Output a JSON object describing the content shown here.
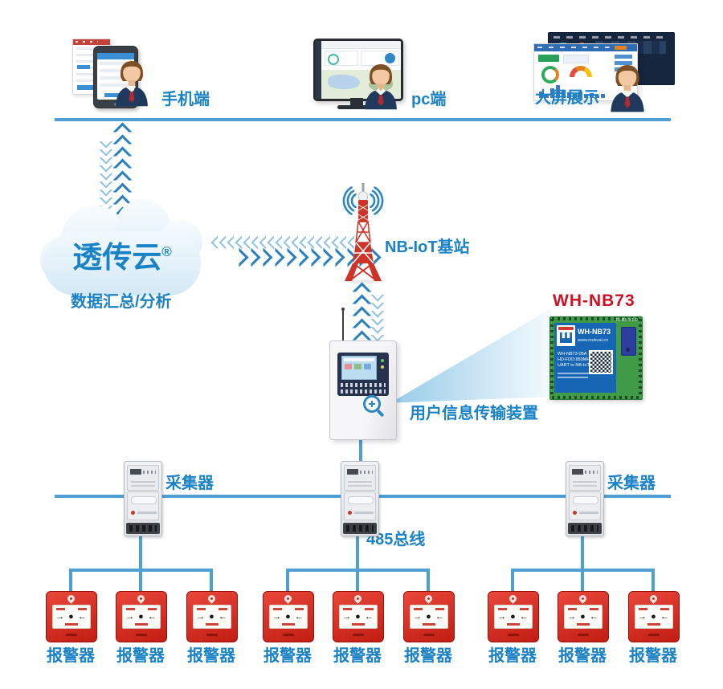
{
  "labels": {
    "mobile": "手机端",
    "pc": "pc端",
    "bigscreen": "大屏展示",
    "cloud_title": "透传云",
    "cloud_reg": "®",
    "cloud_subtitle": "数据汇总/分析",
    "tower": "NB-IoT基站",
    "module_title": "WH-NB73",
    "cabinet": "用户信息传输装置",
    "collector_left": "采集器",
    "collector_right": "采集器",
    "bus485": "485总线",
    "alarm": "报警器"
  },
  "module_board": {
    "name": "WH-NB73",
    "website": "www.mokuai.cn",
    "spec_lines": [
      "WH-NB73-05A",
      "HD-FDD:850MHz",
      "UART to NB-IoT"
    ],
    "corner_mark": "73-B5 V1.0"
  },
  "alarm_panel": {
    "press_glyphs": "→ ● ←"
  },
  "colors": {
    "label_blue": "#1b82c6",
    "line_blue": "#4f9fd2",
    "chevron_bold": "#2a7fbf",
    "chevron_light": "#8fc1e0",
    "alarm_red": "#d1261d",
    "tower_red": "#ce3327",
    "module_title_red": "#cd1225",
    "pcb_green": "#3f9b47",
    "board_label_blue": "#1766b5"
  }
}
